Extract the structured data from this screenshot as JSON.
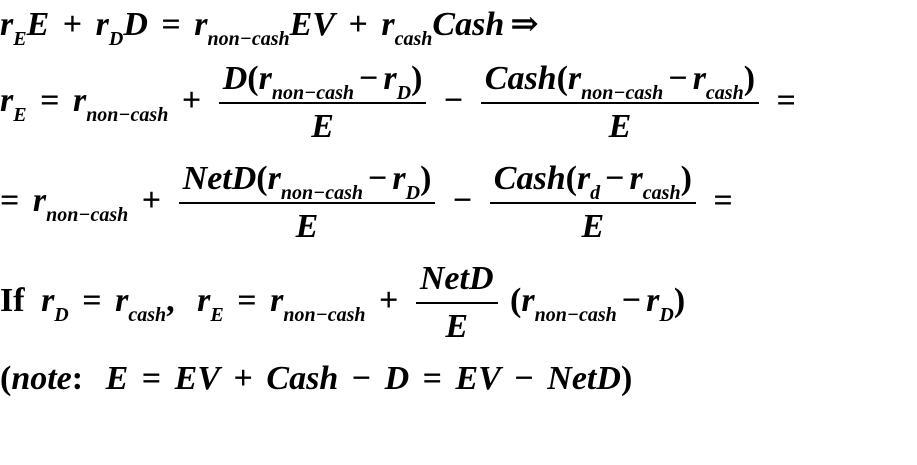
{
  "equations": {
    "line1": "rEE + rDD = rnon-cashEV + rcashCash ⇒",
    "line2": "rE = rnon-cash + D(rnon-cash − rD) / E − Cash(rnon-cash − rcash) / E =",
    "line3": "= rnon-cash + NetD(rnon-cash − rD) / E − Cash(rd − rcash) / E =",
    "line4": "If rD = rcash, rE = rnon-cash + NetD / E (rnon-cash − rD)",
    "line5": "(note: E = EV + Cash − D = EV − NetD)"
  },
  "tokens": {
    "r": "r",
    "E": "E",
    "D": "D",
    "EV": "EV",
    "Cash": "Cash",
    "NetD": "NetD",
    "sub_E": "E",
    "sub_D": "D",
    "sub_d": "d",
    "sub_noncash": "non−cash",
    "sub_cash": "cash",
    "plus": "+",
    "minus": "−",
    "equals": "=",
    "implies": "⇒",
    "lparen": "(",
    "rparen": ")",
    "if": "If",
    "comma": ",",
    "note": "note",
    "colon": ":"
  }
}
